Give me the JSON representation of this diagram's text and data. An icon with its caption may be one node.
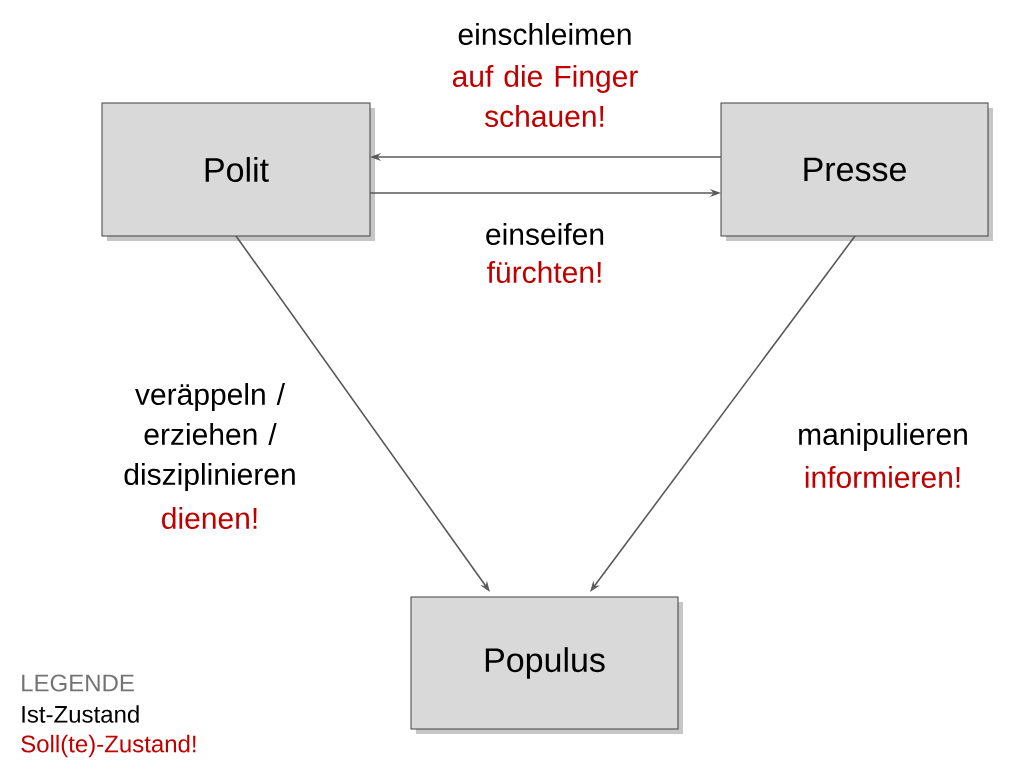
{
  "diagram": {
    "nodes": [
      {
        "text": [
          "Polit"
        ]
      },
      {
        "text": [
          "Presse"
        ]
      },
      {
        "text": [
          "Populus"
        ]
      }
    ],
    "edges": [
      {
        "from": 1,
        "to": 0,
        "arrow": "to",
        "label": "einschleimen"
      },
      {
        "from": 0,
        "to": 1,
        "arrow": "to",
        "label": "einseifen"
      },
      {
        "from": 0,
        "to": 2,
        "arrow": "to",
        "label": "veräppeln / erziehen / disziplinieren"
      },
      {
        "from": 1,
        "to": 2,
        "arrow": "to",
        "label": "manipulieren"
      }
    ],
    "labels": [
      "auf die Finger schauen!",
      "fürchten!",
      "dienen!",
      "informieren!",
      "LEGENDE"
    ],
    "legend": [
      {
        "text": "Ist-Zustand",
        "color": "#000000"
      },
      {
        "text": "Soll(te)-Zustand!",
        "color": "#c00000"
      }
    ]
  }
}
